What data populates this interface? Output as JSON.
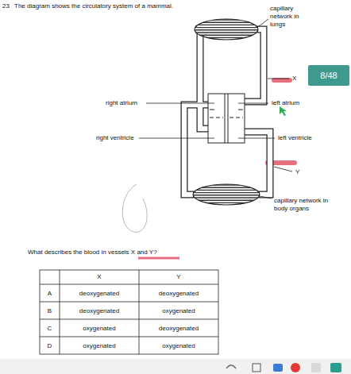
{
  "diagram": {
    "title": "The diagram shows the circulatory system of a mammal.",
    "nodes": [
      {
        "text": [
          "8/48"
        ]
      }
    ],
    "labels": [
      "23",
      "capillary network in lungs",
      "X",
      "right atrium",
      "left atrium",
      "right ventricle",
      "left ventricle",
      "Y",
      "capillary network in body organs",
      "What describes the blood in vessels X and Y?",
      "X",
      "Y",
      "A",
      "deoxygenated",
      "deoxygenated",
      "B",
      "deoxygenated",
      "oxygenated",
      "C",
      "oxygenated",
      "deoxygenated",
      "D",
      "oxygenated",
      "oxygenated"
    ]
  }
}
